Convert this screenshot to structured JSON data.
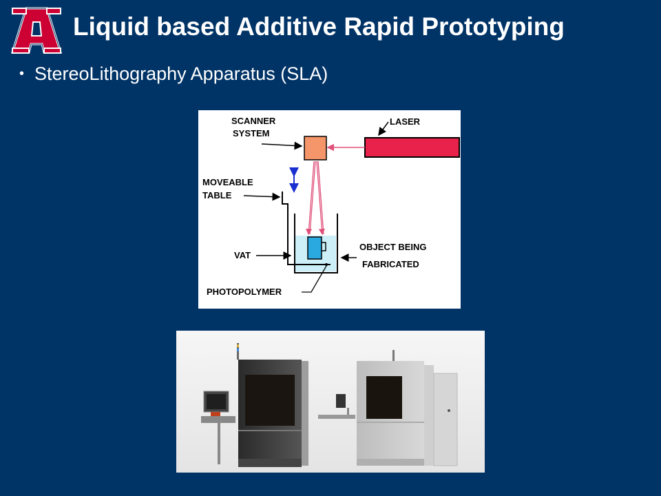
{
  "slide": {
    "title": "Liquid based Additive Rapid Prototyping",
    "logo_icon": "university-a-logo-icon",
    "bullets": [
      {
        "text": "StereoLithography Apparatus (SLA)"
      }
    ]
  },
  "diagram": {
    "labels": {
      "scanner_line1": "SCANNER",
      "scanner_line2": "SYSTEM",
      "laser": "LASER",
      "table_line1": "MOVEABLE",
      "table_line2": "TABLE",
      "vat": "VAT",
      "object_line1": "OBJECT BEING",
      "object_line2": "FABRICATED",
      "photopolymer": "PHOTOPOLYMER"
    },
    "colors": {
      "laser": "#e8224a",
      "scanner": "#f4956a",
      "beam": "#e0507a",
      "object": "#2aa8e0",
      "liquid": "#cdf0f8",
      "arrow_blue": "#1a2fd0"
    }
  },
  "colors": {
    "background": "#003366",
    "logo_red": "#cc0033",
    "text": "#ffffff"
  }
}
